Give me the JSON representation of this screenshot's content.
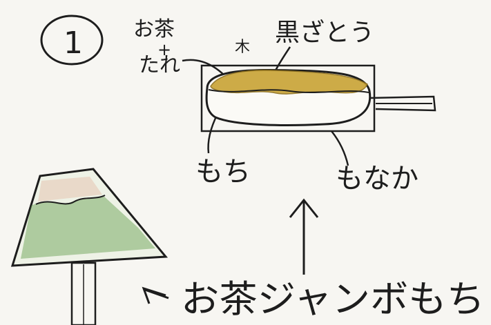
{
  "number_label": "1",
  "labels": {
    "ocha": "お茶",
    "tare": "たれ",
    "kuro_zato": "黒ざとう",
    "mochi": "もち",
    "monaka": "もなか"
  },
  "caption": "お茶ジャンボもち",
  "colors": {
    "ink": "#1d1d1d",
    "sugar_fill": "#c9a335",
    "tea_green": "#5f9b4a"
  }
}
